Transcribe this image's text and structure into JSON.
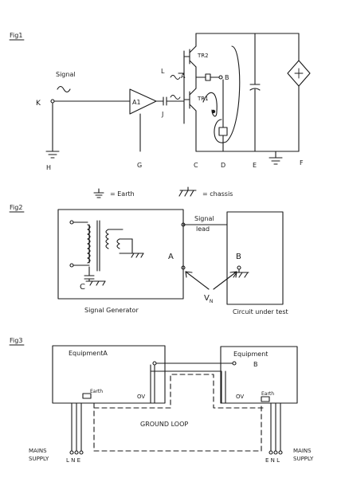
{
  "fig1": {
    "label": "Fig1",
    "signal": "Signal",
    "amp": "A1",
    "tr2": "TR2",
    "tr1": "TR1",
    "term_k": "K",
    "term_h": "H",
    "term_l": "L",
    "term_a": "A",
    "term_b": "B",
    "term_j": "J",
    "term_g": "G",
    "term_c": "C",
    "term_d": "D",
    "term_e": "E",
    "term_f": "F"
  },
  "legend": {
    "earth": "= Earth",
    "chassis": "= chassis"
  },
  "fig2": {
    "label": "Fig2",
    "signal_lead": "Signal\nlead",
    "term_a": "A",
    "term_b": "B",
    "term_c": "C",
    "vn_v": "V",
    "vn_sub": "N",
    "generator": "Signal Generator",
    "cut": "Circuit under test"
  },
  "fig3": {
    "label": "Fig3",
    "equip_a": "EquipmentA",
    "equip_b_line1": "Equipment",
    "equip_b_line2": "B",
    "earth_a": "Earth",
    "earth_b": "Earth",
    "ov_a": "OV",
    "ov_b": "OV",
    "ground_loop": "GROUND LOOP",
    "mains_left_1": "MAINS",
    "mains_left_2": "SUPPLY",
    "lne": "L N E",
    "enl": "E N L",
    "mains_right_1": "MAINS",
    "mains_right_2": "SUPPLY"
  }
}
